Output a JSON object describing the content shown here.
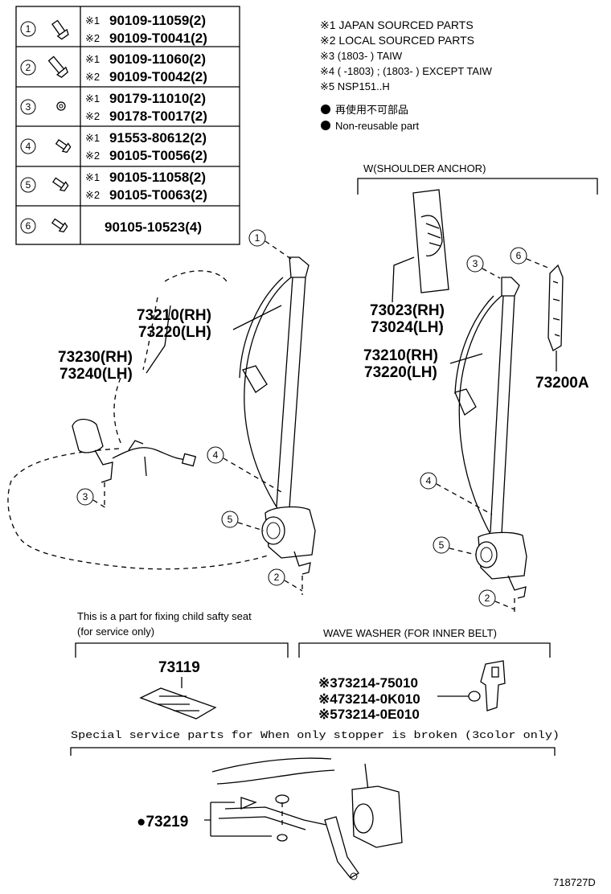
{
  "legend": {
    "rows": [
      {
        "ref": "1",
        "lines": [
          {
            "mark": "※1",
            "pn": "90109-11059(2)"
          },
          {
            "mark": "※2",
            "pn": "90109-T0041(2)"
          }
        ]
      },
      {
        "ref": "2",
        "lines": [
          {
            "mark": "※1",
            "pn": "90109-11060(2)"
          },
          {
            "mark": "※2",
            "pn": "90109-T0042(2)"
          }
        ]
      },
      {
        "ref": "3",
        "lines": [
          {
            "mark": "※1",
            "pn": "90179-11010(2)"
          },
          {
            "mark": "※2",
            "pn": "90178-T0017(2)"
          }
        ]
      },
      {
        "ref": "4",
        "lines": [
          {
            "mark": "※1",
            "pn": "91553-80612(2)"
          },
          {
            "mark": "※2",
            "pn": "90105-T0056(2)"
          }
        ]
      },
      {
        "ref": "5",
        "lines": [
          {
            "mark": "※1",
            "pn": "90105-11058(2)"
          },
          {
            "mark": "※2",
            "pn": "90105-T0063(2)"
          }
        ]
      },
      {
        "ref": "6",
        "lines": [
          {
            "mark": "",
            "pn": "90105-10523(4)"
          }
        ]
      }
    ]
  },
  "notes": [
    "※1  JAPAN  SOURCED  PARTS",
    "※2  LOCAL  SOURCED  PARTS",
    "※3 (1803-       ) TAIW",
    "※4 (       -1803) ; (1803-       ) EXCEPT TAIW",
    "※5 NSP151..H"
  ],
  "nonreusable": {
    "jp": "再使用不可部品",
    "en": "Non-reusable part"
  },
  "shoulder_anchor_label": "W(SHOULDER ANCHOR)",
  "callouts": {
    "belt_left": [
      "73210(RH)",
      "73220(LH)"
    ],
    "buckle": [
      "73230(RH)",
      "73240(LH)"
    ],
    "anchor_cover": [
      "73023(RH)",
      "73024(LH)"
    ],
    "belt_right": [
      "73210(RH)",
      "73220(LH)"
    ],
    "bracket": "73200A",
    "child_seat_part": "73119",
    "wave_washers": [
      "※373214-75010",
      "※473214-0K010",
      "※573214-0E010"
    ],
    "stopper": "●73219"
  },
  "captions": {
    "child_seat": [
      "This is a part for fixing child safty seat",
      "(for service only)"
    ],
    "wave_washer": "WAVE WASHER (FOR INNER BELT)",
    "special": "Special  service  parts  for  When  only  stopper  is  broken  (3color  only)"
  },
  "ref_labels": {
    "r1": "1",
    "r2": "2",
    "r3": "3",
    "r4": "4",
    "r5": "5",
    "r6": "6"
  },
  "diagram_id": "718727D"
}
